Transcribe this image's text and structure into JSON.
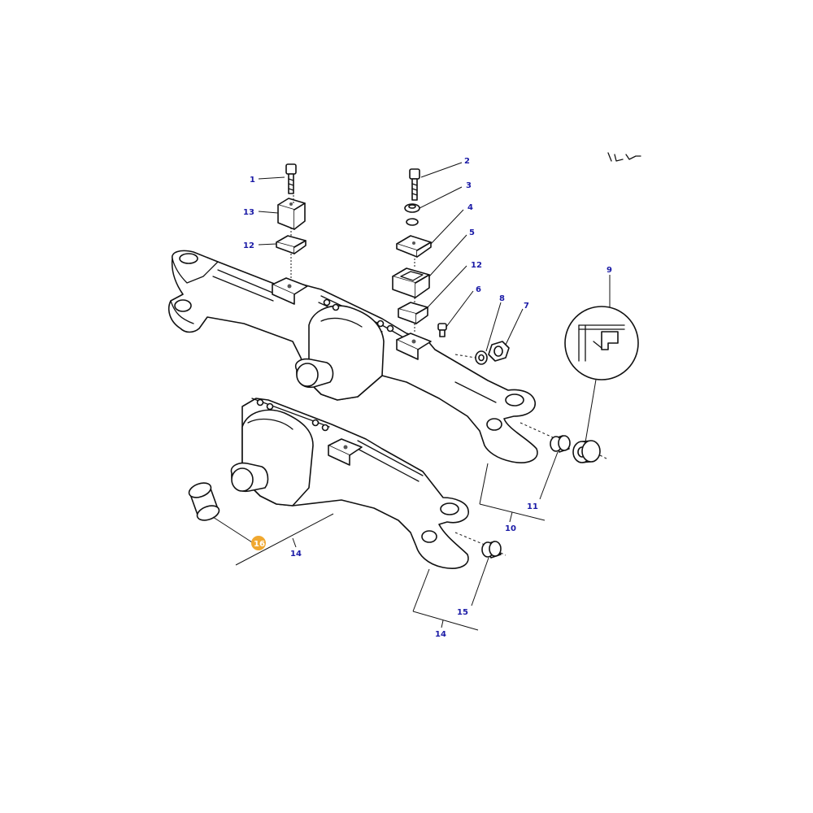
{
  "diagram": {
    "callouts": {
      "c1": "1",
      "c2": "2",
      "c3": "3",
      "c4": "4",
      "c5": "5",
      "c6": "6",
      "c7": "7",
      "c8": "8",
      "c9": "9",
      "c10": "10",
      "c11": "11",
      "c12a": "12",
      "c12b": "12",
      "c13": "13",
      "c14a": "14",
      "c14b": "14",
      "c15": "15",
      "c16": "16"
    },
    "colors": {
      "callout_text": "#1a1aa6",
      "highlight_badge": "#f0a830",
      "line_art": "#111111"
    }
  }
}
